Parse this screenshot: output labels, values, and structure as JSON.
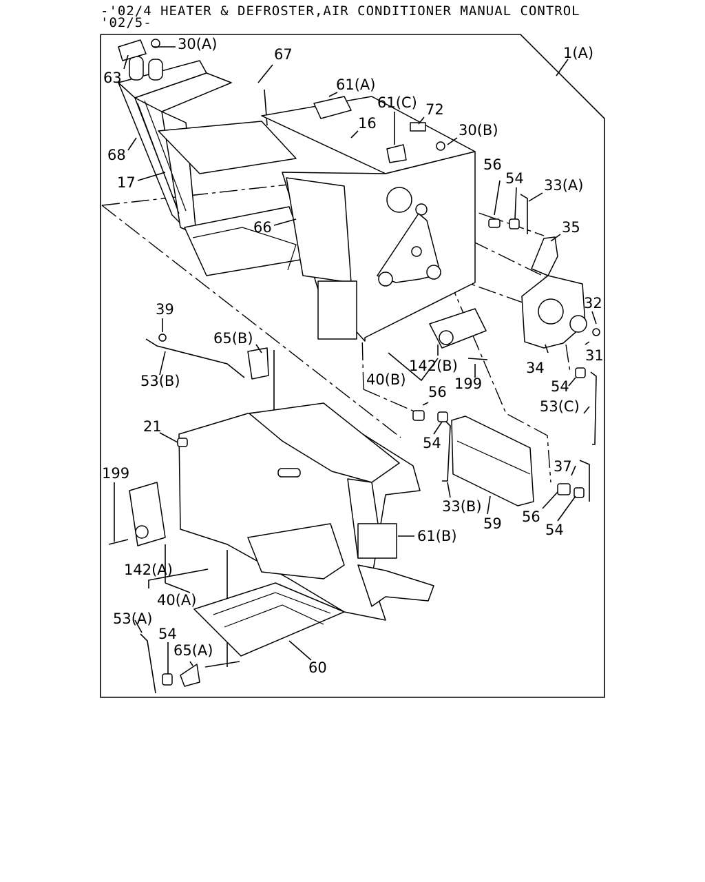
{
  "header": {
    "line1": "-'02/4 HEATER & DEFROSTER,AIR CONDITIONER MANUAL CONTROL",
    "line2": "'02/5-"
  },
  "callouts": {
    "c63": "63",
    "c30a": "30(A)",
    "c67": "67",
    "c1a": "1(A)",
    "c61a": "61(A)",
    "c61c": "61(C)",
    "c72": "72",
    "c16": "16",
    "c30b": "30(B)",
    "c68": "68",
    "c17": "17",
    "c56a": "56",
    "c54a": "54",
    "c33a": "33(A)",
    "c35": "35",
    "c66": "66",
    "c32": "32",
    "c39": "39",
    "c65b": "65(B)",
    "c31": "31",
    "c142b": "142(B)",
    "c34": "34",
    "c53b": "53(B)",
    "c40b": "40(B)",
    "c199a": "199",
    "c54b": "54",
    "c56b": "56",
    "c53c": "53(C)",
    "c21": "21",
    "c54c": "54",
    "c199b": "199",
    "c37": "37",
    "c33b": "33(B)",
    "c56c": "56",
    "c59": "59",
    "c54d": "54",
    "c61b": "61(B)",
    "c142a": "142(A)",
    "c40a": "40(A)",
    "c53a": "53(A)",
    "c54e": "54",
    "c65a": "65(A)",
    "c60": "60"
  }
}
